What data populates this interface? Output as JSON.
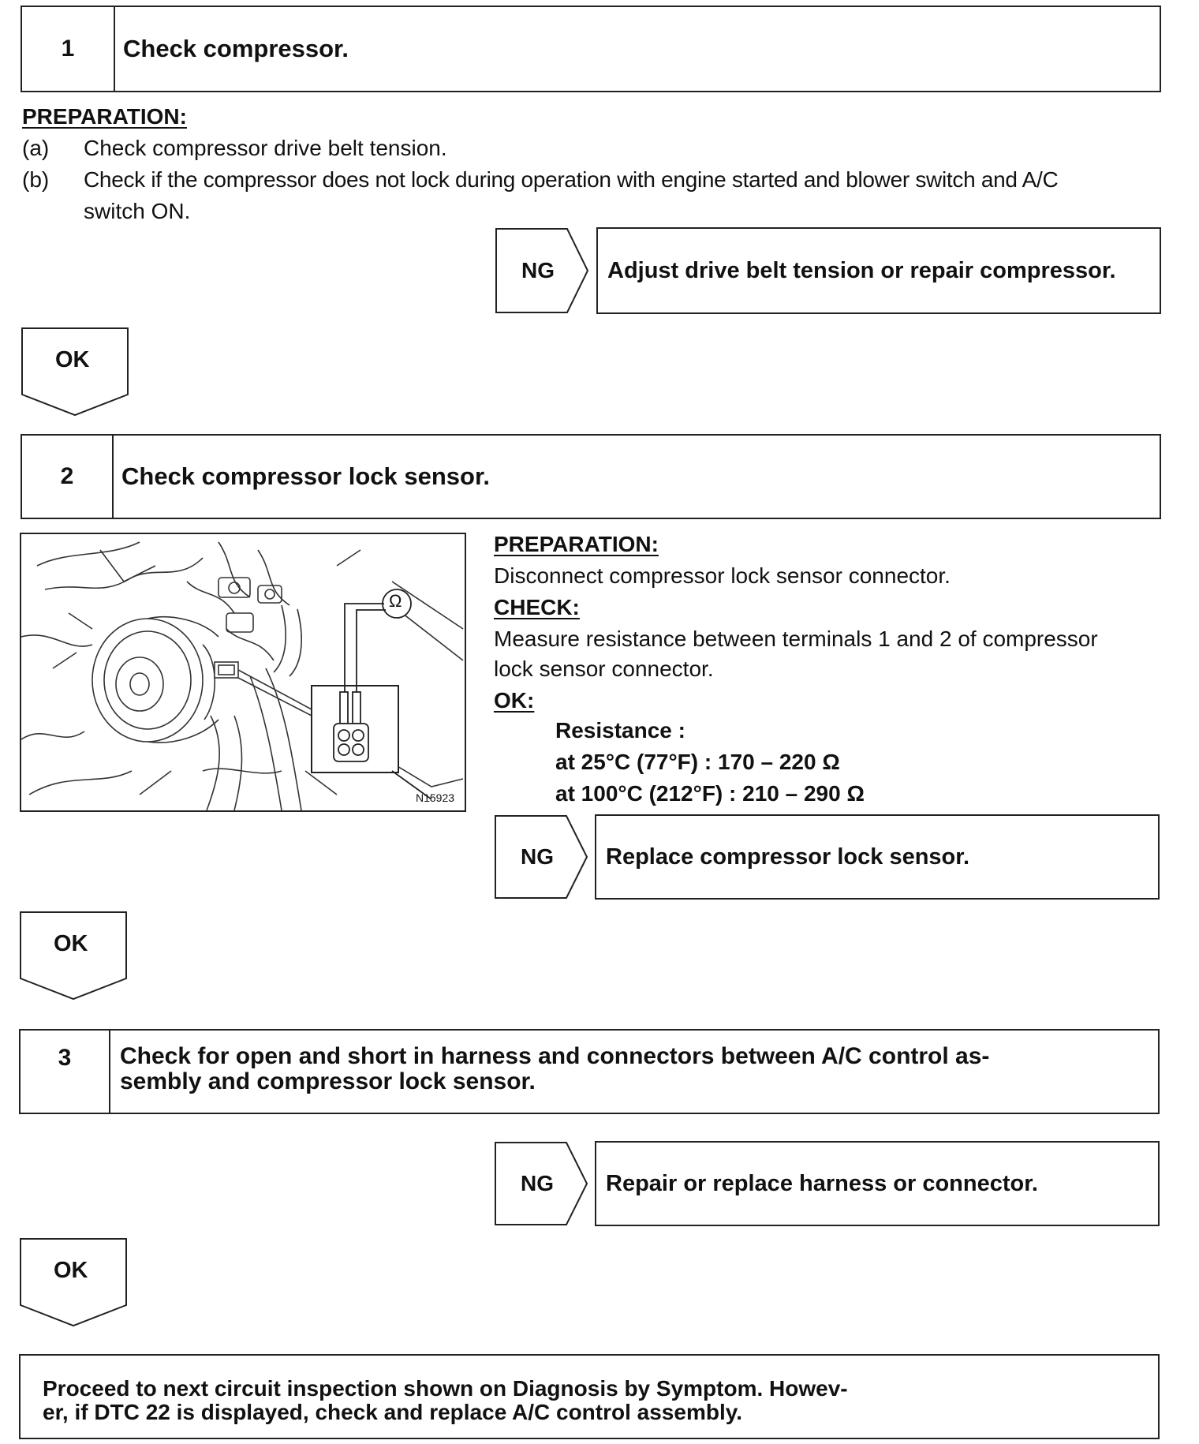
{
  "step1": {
    "number": "1",
    "title": "Check compressor.",
    "prep_heading": "PREPARATION:",
    "items": [
      {
        "label": "(a)",
        "text": "Check compressor drive belt tension."
      },
      {
        "label": "(b)",
        "text_line1": "Check if the compressor does not lock during operation with engine started and blower switch and A/C",
        "text_line2": "switch ON."
      }
    ],
    "ng": "NG",
    "ng_action": "Adjust drive belt tension or repair compressor.",
    "ok": "OK"
  },
  "step2": {
    "number": "2",
    "title": "Check compressor lock sensor.",
    "prep_heading": "PREPARATION:",
    "prep_text": "Disconnect compressor lock sensor connector.",
    "check_heading": "CHECK:",
    "check_line1": "Measure resistance between terminals 1 and 2 of compressor",
    "check_line2": "lock sensor connector.",
    "ok_heading": "OK:",
    "spec_title": "Resistance :",
    "spec_line1": "at 25°C (77°F) : 170 – 220 Ω",
    "spec_line2": "at 100°C  (212°F) : 210 – 290 Ω",
    "figure_id": "N15923",
    "ohm_symbol": "Ω",
    "ng": "NG",
    "ng_action": "Replace compressor lock sensor.",
    "ok": "OK"
  },
  "step3": {
    "number": "3",
    "title_line1": "Check for open and short in harness and connectors between A/C control as-",
    "title_line2": "sembly and compressor lock sensor.",
    "ng": "NG",
    "ng_action": "Repair or replace harness or connector.",
    "ok": "OK"
  },
  "final": {
    "line1": "Proceed to next circuit inspection shown on Diagnosis by Symptom.  Howev-",
    "line2": "er, if DTC 22 is displayed, check and replace A/C control assembly."
  }
}
